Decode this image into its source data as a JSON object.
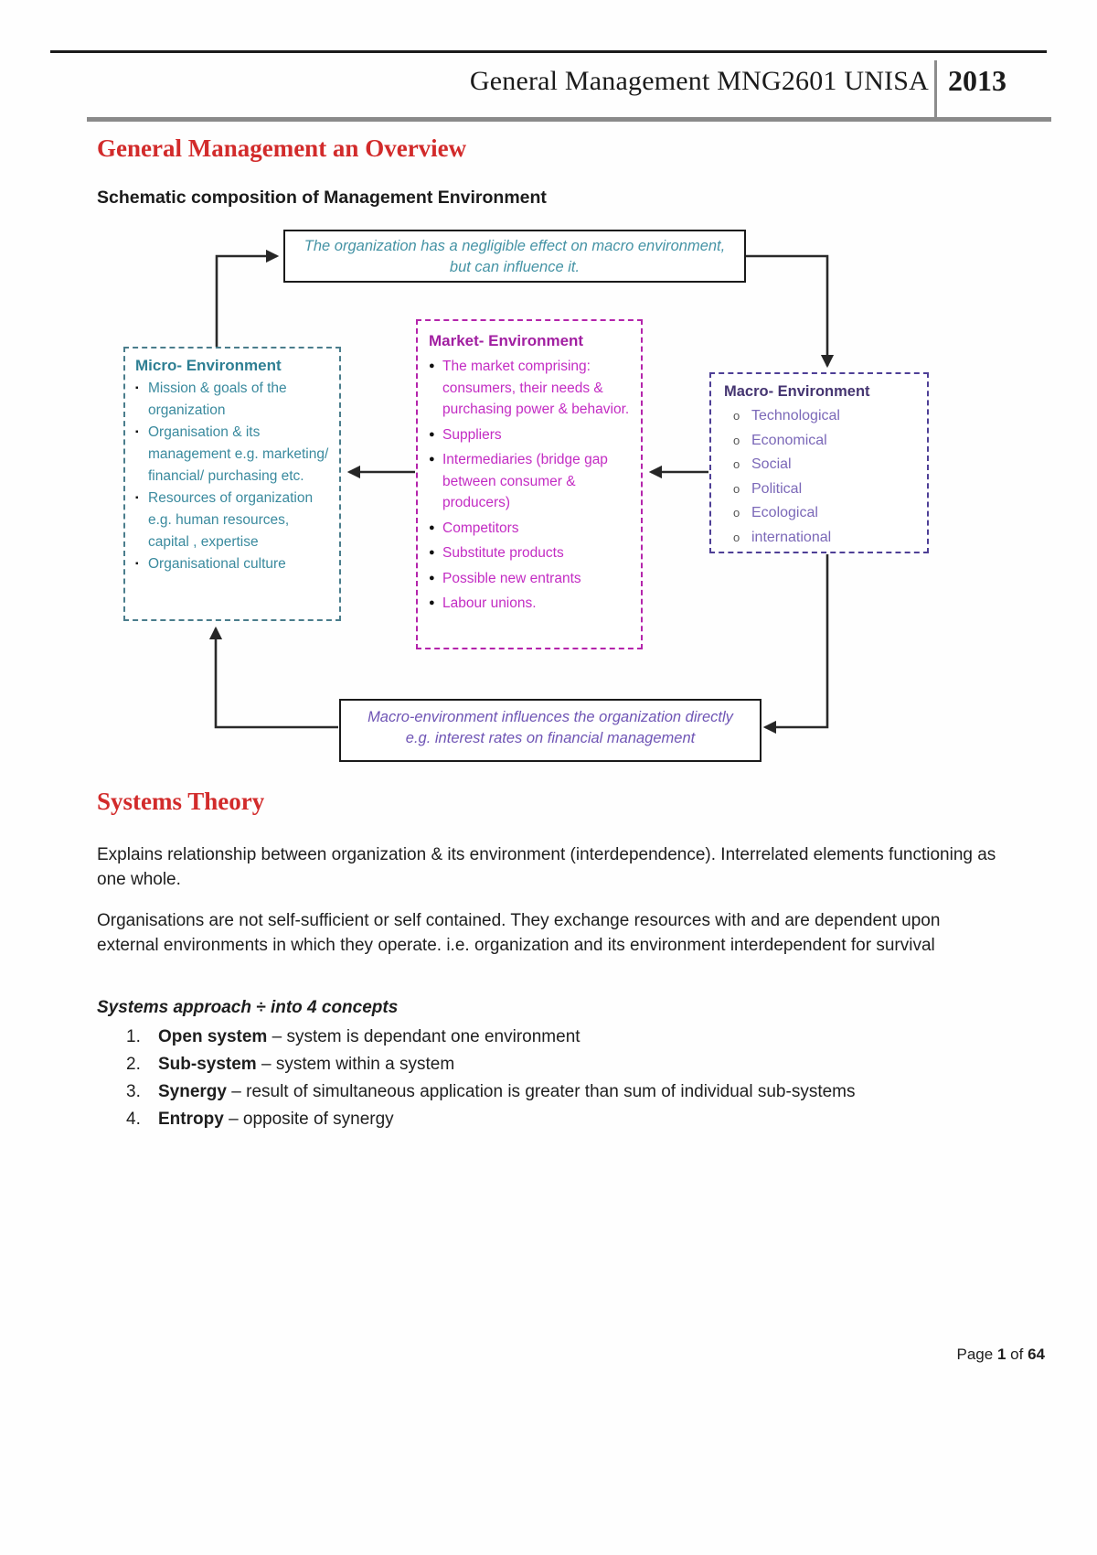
{
  "header": {
    "title": "General Management MNG2601 UNISA",
    "year": "2013"
  },
  "headings": {
    "overview": "General Management an Overview",
    "schematic": "Schematic composition of Management Environment",
    "systems_theory": "Systems Theory"
  },
  "diagram": {
    "top_note": {
      "line1": "The organization has a negligible effect on macro environment,",
      "line2": "but can influence it."
    },
    "micro": {
      "title": "Micro- Environment",
      "items": [
        "Mission & goals of the organization",
        "Organisation & its management e.g. marketing/ financial/ purchasing etc.",
        "Resources of organization e.g. human resources, capital , expertise",
        "Organisational culture"
      ]
    },
    "market": {
      "title": "Market- Environment",
      "items": [
        "The market comprising: consumers, their needs & purchasing power & behavior.",
        "Suppliers",
        "Intermediaries (bridge gap between consumer & producers)",
        "Competitors",
        "Substitute products",
        "Possible new entrants",
        "Labour unions."
      ]
    },
    "macro": {
      "title": "Macro- Environment",
      "items": [
        "Technological",
        "Economical",
        "Social",
        "Political",
        "Ecological",
        "international"
      ]
    },
    "bottom_note": {
      "line1": "Macro-environment influences the organization directly",
      "line2": "e.g. interest rates on financial management"
    }
  },
  "systems_theory": {
    "para1": "Explains relationship between organization & its environment (interdependence). Interrelated elements functioning as one whole.",
    "para2": "Organisations are not self-sufficient or self contained. They exchange resources with and are dependent upon external environments in which they operate. i.e. organization and its environment interdependent for survival",
    "subheading": "Systems approach ÷ into 4 concepts",
    "list": [
      {
        "num": "1.",
        "term": "Open system ",
        "rest": "– system is dependant one environment"
      },
      {
        "num": "2.",
        "term": "Sub-system ",
        "rest": "– system within a system"
      },
      {
        "num": "3.",
        "term": "Synergy ",
        "rest": "– result of simultaneous application is greater than sum of individual sub-systems"
      },
      {
        "num": "4.",
        "term": "Entropy ",
        "rest": "– opposite of synergy"
      }
    ]
  },
  "footer": {
    "page_label": "Page",
    "page_number": "1",
    "of_label": "of",
    "total_pages": "64"
  },
  "colors": {
    "heading_red": "#d22b2b",
    "micro_teal": "#3a8a9e",
    "market_magenta": "#c32cc3",
    "macro_purple": "#7b68b8",
    "note_teal": "#4593a5",
    "note_purple": "#6f55b5"
  }
}
